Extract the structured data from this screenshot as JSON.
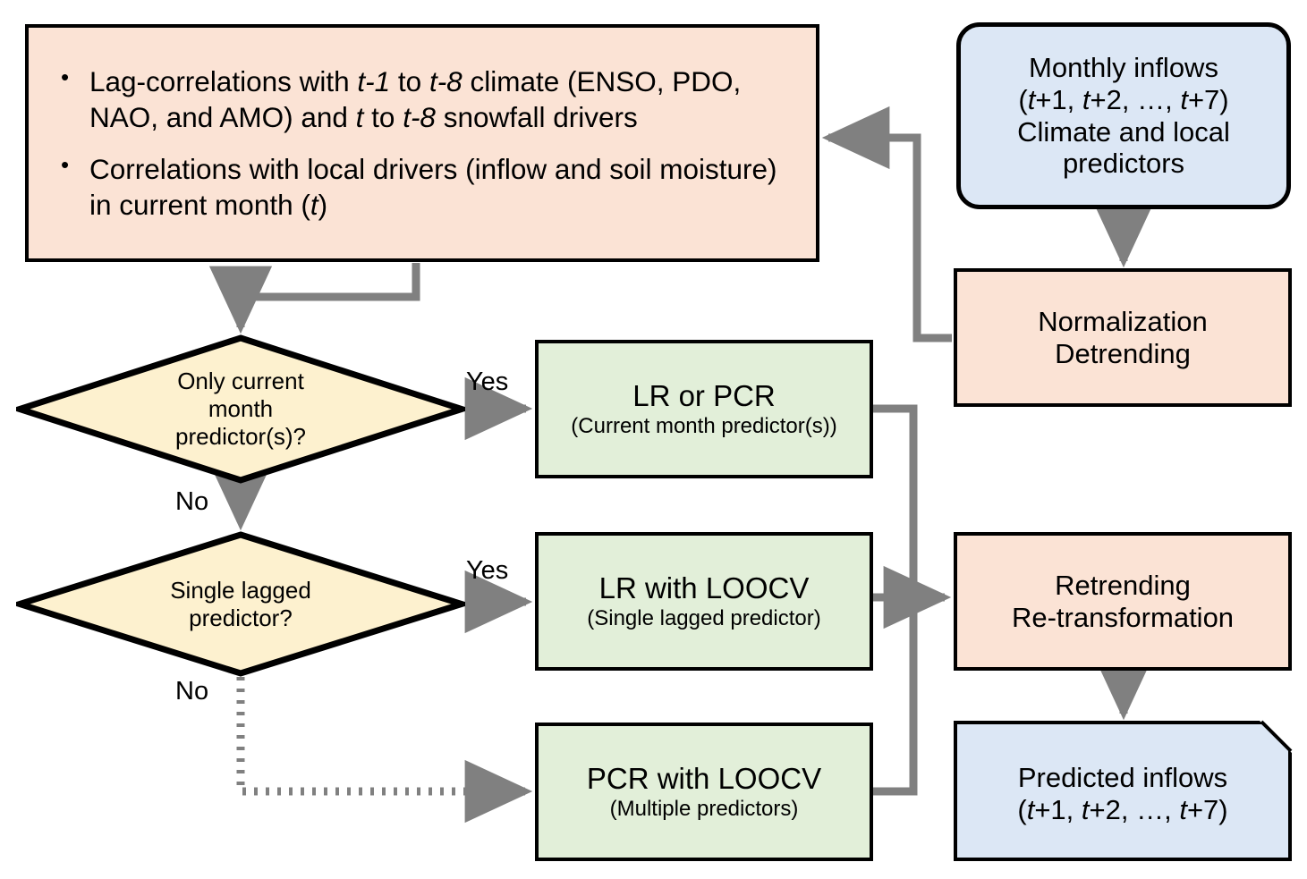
{
  "diagram": {
    "title": "Monthly inflow forecasting methodology flowchart",
    "colors": {
      "peach": "#fbe3d5",
      "blue": "#dce7f5",
      "green": "#e2efd9",
      "cream": "#fdf1cf",
      "outline": "#000000",
      "connector": "#808080"
    }
  },
  "nodes": {
    "correlations": {
      "name": "correlation-analysis",
      "bullets": [
        {
          "segments": [
            {
              "text": "Lag-correlations with ",
              "italic": false
            },
            {
              "text": "t-1",
              "italic": true
            },
            {
              "text": " to ",
              "italic": false
            },
            {
              "text": "t-8",
              "italic": true
            },
            {
              "text": " climate (ENSO, PDO, NAO, and AMO) and ",
              "italic": false
            },
            {
              "text": "t",
              "italic": true
            },
            {
              "text": " to ",
              "italic": false
            },
            {
              "text": "t-8",
              "italic": true
            },
            {
              "text": " snowfall drivers",
              "italic": false
            }
          ]
        },
        {
          "segments": [
            {
              "text": "Correlations with local drivers (inflow and soil moisture) in current month (",
              "italic": false
            },
            {
              "text": "t",
              "italic": true
            },
            {
              "text": ")",
              "italic": false
            }
          ]
        }
      ]
    },
    "monthly_inflows": {
      "name": "monthly-inflows-input",
      "lines": [
        [
          {
            "text": "Monthly inflows",
            "italic": false
          }
        ],
        [
          {
            "text": "(",
            "italic": false
          },
          {
            "text": "t",
            "italic": true
          },
          {
            "text": "+1, ",
            "italic": false
          },
          {
            "text": "t",
            "italic": true
          },
          {
            "text": "+2, …, ",
            "italic": false
          },
          {
            "text": "t",
            "italic": true
          },
          {
            "text": "+7)",
            "italic": false
          }
        ],
        [
          {
            "text": "Climate and local",
            "italic": false
          }
        ],
        [
          {
            "text": "predictors",
            "italic": false
          }
        ]
      ]
    },
    "normalization": {
      "name": "normalization-detrending",
      "lines": [
        [
          {
            "text": "Normalization",
            "italic": false
          }
        ],
        [
          {
            "text": "Detrending",
            "italic": false
          }
        ]
      ]
    },
    "retrending": {
      "name": "retrending-retransformation",
      "lines": [
        [
          {
            "text": "Retrending",
            "italic": false
          }
        ],
        [
          {
            "text": "Re-transformation",
            "italic": false
          }
        ]
      ]
    },
    "predicted_inflows": {
      "name": "predicted-inflows-output",
      "lines": [
        [
          {
            "text": "Predicted inflows",
            "italic": false
          }
        ],
        [
          {
            "text": "(",
            "italic": false
          },
          {
            "text": "t",
            "italic": true
          },
          {
            "text": "+1, ",
            "italic": false
          },
          {
            "text": "t",
            "italic": true
          },
          {
            "text": "+2, …, ",
            "italic": false
          },
          {
            "text": "t",
            "italic": true
          },
          {
            "text": "+7)",
            "italic": false
          }
        ]
      ]
    },
    "decision_current_month": {
      "name": "decision-only-current-month-predictors",
      "lines": [
        "Only current",
        "month",
        "predictor(s)?"
      ]
    },
    "decision_single_lagged": {
      "name": "decision-single-lagged-predictor",
      "lines": [
        "Single lagged",
        "predictor?"
      ]
    },
    "lr_or_pcr": {
      "name": "model-lr-or-pcr",
      "title": "LR or PCR",
      "subtitle": "(Current month predictor(s))"
    },
    "lr_with_loocv": {
      "name": "model-lr-with-loocv",
      "title": "LR with LOOCV",
      "subtitle": "(Single lagged predictor)"
    },
    "pcr_with_loocv": {
      "name": "model-pcr-with-loocv",
      "title": "PCR with LOOCV",
      "subtitle": "(Multiple predictors)"
    }
  },
  "edge_labels": {
    "yes_current_month": "Yes",
    "no_current_month": "No",
    "yes_single_lagged": "Yes",
    "no_single_lagged": "No"
  }
}
